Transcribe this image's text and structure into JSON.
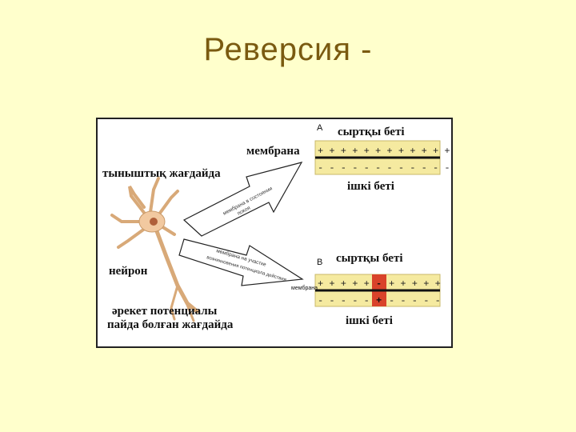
{
  "slide": {
    "title": "Реверсия -"
  },
  "diagram": {
    "panel_a": {
      "letter": "А",
      "outer_surface": "сыртқы беті",
      "inner_surface": "ішкі беті",
      "membrane_label": "мембрана",
      "top_row": "+ + + + + + + + + + + +",
      "bottom_row": "- - - - - - - - - - - -"
    },
    "panel_b": {
      "letter": "В",
      "outer_surface": "сыртқы беті",
      "inner_surface": "ішкі беті",
      "membrane_label": "мембрана",
      "top_left": "+ + + + +",
      "top_right": "+ + + + +",
      "bottom_left": "- - - - -",
      "bottom_right": "- - - - -",
      "reversed_top": "-",
      "reversed_bottom": "+"
    },
    "rest_state_label": "тыныштық жағдайда",
    "neuron_label": "нейрон",
    "action_potential_label_line1": "әрекет потенциалы",
    "action_potential_label_line2": "пайда болған жағдайда",
    "arrow_top_text_line1": "мембрана в состоянии",
    "arrow_top_text_line2": "покоя",
    "arrow_bottom_text_line1": "мембрана на участке",
    "arrow_bottom_text_line2": "возникновения потенциала действия",
    "colors": {
      "background": "#ffffcc",
      "title": "#7a5a10",
      "membrane_band": "#f5eaa0",
      "reversal_highlight": "#d9432a",
      "neuron": "#f2c9a0"
    }
  }
}
